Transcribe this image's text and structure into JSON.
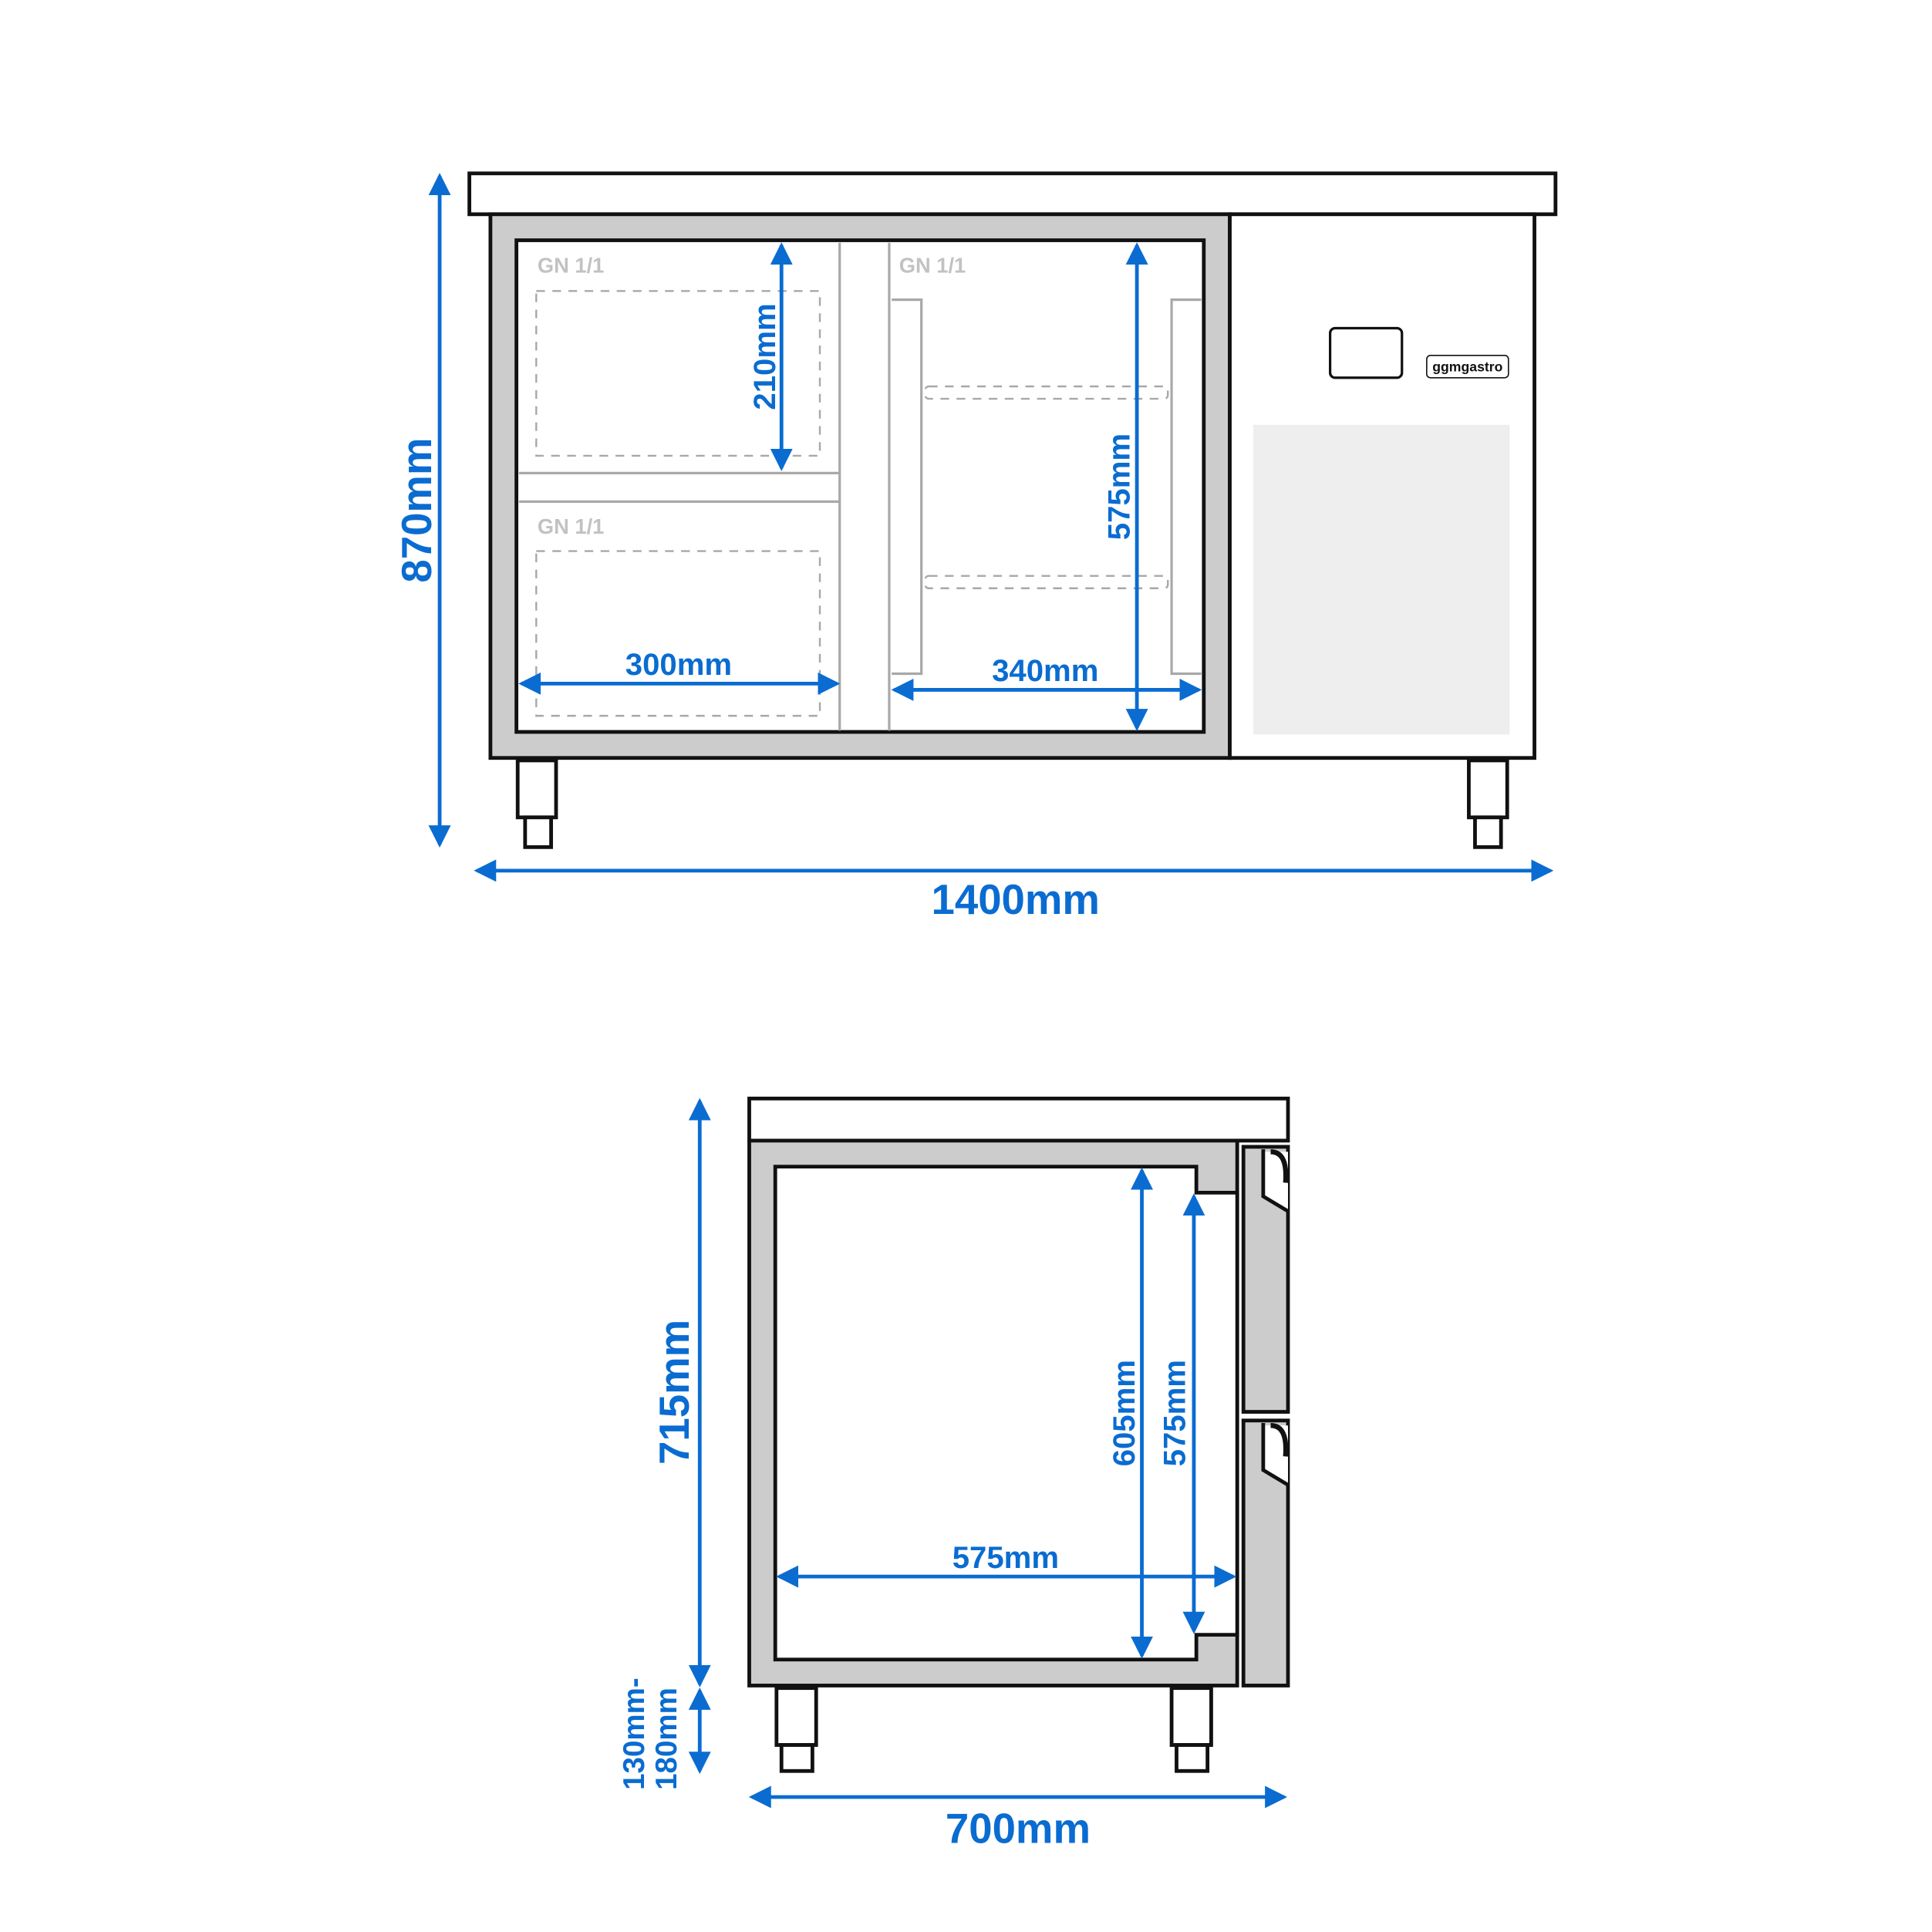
{
  "colors": {
    "dimension": "#0a6cd1",
    "outline": "#111111",
    "frame_gray": "#cccccc",
    "grille_gray": "#eeeeee",
    "divider_gray": "#a8a8a8",
    "label_gray": "#c2c2c2"
  },
  "front_view": {
    "brand_label": "ggmgastro",
    "compartments": [
      {
        "label": "GN 1/1",
        "position": "top-left"
      },
      {
        "label": "GN 1/1",
        "position": "bottom-left"
      },
      {
        "label": "GN 1/1",
        "position": "right"
      }
    ],
    "dimensions": {
      "total_height": "870mm",
      "total_width": "1400mm",
      "drawer_height": "210mm",
      "drawer_width": "300mm",
      "door_width": "340mm",
      "door_height": "575mm"
    }
  },
  "side_view": {
    "dimensions": {
      "body_height": "715mm",
      "leg_height_line1": "130mm-",
      "leg_height_line2": "180mm",
      "total_depth": "700mm",
      "inner_depth": "575mm",
      "inner_height": "605mm",
      "door_opening_height": "575mm"
    }
  }
}
